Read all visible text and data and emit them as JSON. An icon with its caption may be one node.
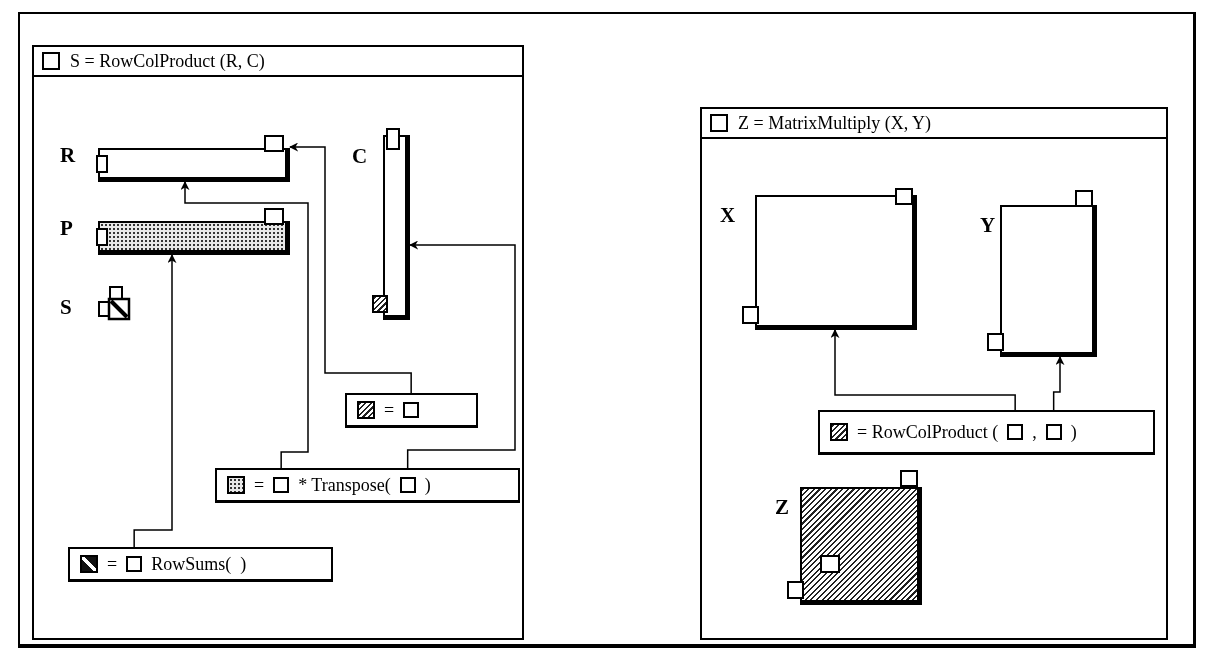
{
  "diagram": {
    "nodes": [
      {
        "text": [
          "S = RowColProduct (R, C)"
        ]
      },
      {
        "text": [
          "R"
        ],
        "in": 0
      },
      {
        "text": [
          "P"
        ],
        "in": 0
      },
      {
        "text": [
          "S"
        ],
        "in": 0
      },
      {
        "text": [
          "C"
        ],
        "in": 0
      },
      {
        "text": [
          "="
        ],
        "in": 0
      },
      {
        "text": [
          "=",
          "* Transpose(",
          ")"
        ],
        "in": 0
      },
      {
        "text": [
          "=",
          "RowSums(",
          ")"
        ],
        "in": 0
      },
      {
        "text": [
          "Z = MatrixMultiply (X, Y)"
        ]
      },
      {
        "text": [
          "X"
        ],
        "in": 8
      },
      {
        "text": [
          "Y"
        ],
        "in": 8
      },
      {
        "text": [
          "= RowColProduct (",
          ",",
          ")"
        ],
        "in": 8
      },
      {
        "text": [
          "Z"
        ],
        "in": 8
      }
    ],
    "edges": [
      {
        "from": 5,
        "to": 1,
        "arrow": "to"
      },
      {
        "from": 6,
        "to": 1,
        "arrow": "to"
      },
      {
        "from": 6,
        "to": 4,
        "arrow": "to"
      },
      {
        "from": 7,
        "to": 2,
        "arrow": "to"
      },
      {
        "from": 11,
        "to": 9,
        "arrow": "to"
      },
      {
        "from": 11,
        "to": 10,
        "arrow": "to"
      }
    ]
  }
}
